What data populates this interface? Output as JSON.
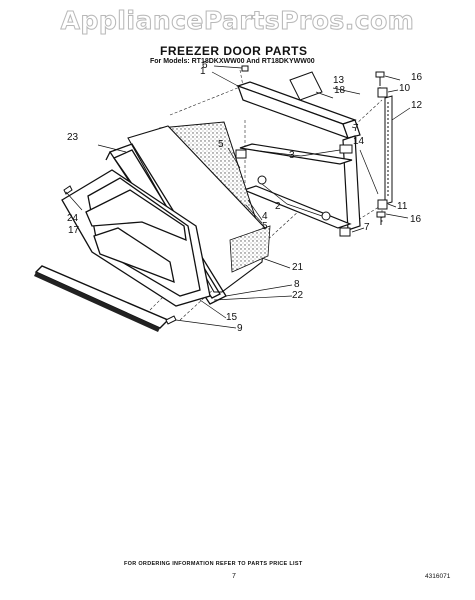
{
  "watermark": "AppliancePartsPros.com",
  "title": "FREEZER DOOR PARTS",
  "subtitle": "For Models: RT18DKXWW00 And RT18DKYWW00",
  "callouts": {
    "c1": "1",
    "c2": "2",
    "c3": "3",
    "c4": "4",
    "c5a": "5",
    "c5b": "5",
    "c6": "6",
    "c7a": "7",
    "c7b": "7",
    "c8": "8",
    "c9": "9",
    "c10": "10",
    "c11": "11",
    "c12": "12",
    "c13": "13",
    "c14": "14",
    "c15": "15",
    "c16a": "16",
    "c16b": "16",
    "c17": "17",
    "c18": "18",
    "c21": "21",
    "c22": "22",
    "c23": "23",
    "c24": "24"
  },
  "footer": "FOR ORDERING INFORMATION REFER TO PARTS PRICE LIST",
  "page_number": "7",
  "doc_number": "4316071"
}
